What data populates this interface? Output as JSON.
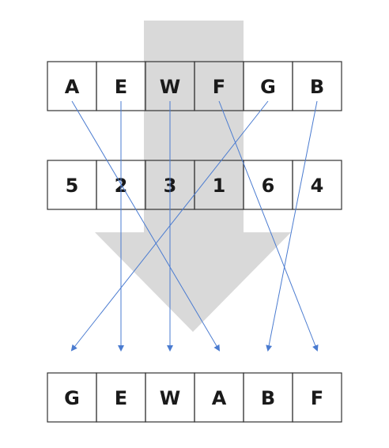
{
  "diagram": {
    "source_row": [
      "A",
      "E",
      "W",
      "F",
      "G",
      "B"
    ],
    "key_row": [
      "5",
      "2",
      "3",
      "1",
      "6",
      "4"
    ],
    "result_row": [
      "G",
      "E",
      "W",
      "A",
      "B",
      "F"
    ],
    "mapping": [
      {
        "from": 0,
        "to": 3
      },
      {
        "from": 1,
        "to": 1
      },
      {
        "from": 2,
        "to": 2
      },
      {
        "from": 3,
        "to": 5
      },
      {
        "from": 4,
        "to": 0
      },
      {
        "from": 5,
        "to": 4
      }
    ],
    "colors": {
      "arrow_line": "#4a7bd0",
      "big_arrow": "#d9d9d9",
      "cell_border": "#333333",
      "text": "#1a1a1a"
    }
  }
}
